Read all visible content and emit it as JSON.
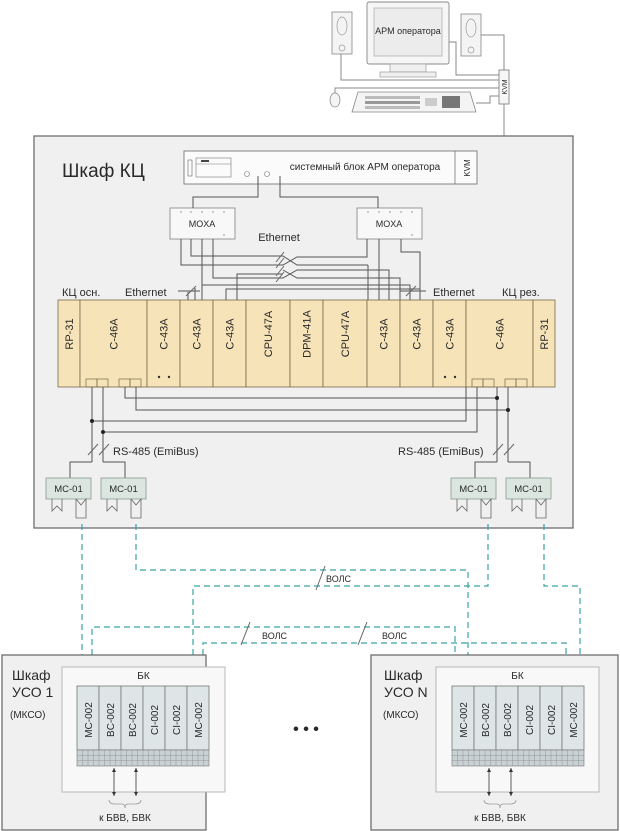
{
  "operator_station": {
    "monitor_label": "АРМ оператора",
    "kvm_label": "KVM"
  },
  "control_cabinet": {
    "title": "Шкаф КЦ",
    "system_unit_label": "системный блок АРМ оператора",
    "system_unit_kvm_label": "KVM",
    "moxa_left_label": "MOXA",
    "moxa_right_label": "MOXA",
    "ethernet_top_label": "Ethernet",
    "ethernet_left_label": "Ethernet",
    "ethernet_right_label": "Ethernet",
    "main_label": "КЦ осн.",
    "reserve_label": "КЦ рез.",
    "modules": [
      "RP-31",
      "C-46A",
      "C-43A",
      "C-43A",
      "C-43A",
      "CPU-47A",
      "DPM-41A",
      "CPU-47A",
      "C-43A",
      "C-43A",
      "C-43A",
      "C-46A",
      "RP-31"
    ],
    "rs485_left_label": "RS-485 (EmiBus)",
    "rs485_right_label": "RS-485 (EmiBus)",
    "converters": [
      "MC-01",
      "MC-01",
      "MC-01",
      "MC-01"
    ]
  },
  "fiber": {
    "label_top": "ВОЛС",
    "label_left": "ВОЛС",
    "label_right": "ВОЛС"
  },
  "uso_1": {
    "title_line1": "Шкаф",
    "title_line2": "УСО 1",
    "subtitle": "(МКСО)",
    "bk_label": "БК",
    "modules": [
      "MC-002",
      "BC-002",
      "BC-002",
      "CI-002",
      "CI-002",
      "MC-002"
    ],
    "io_label": "к БВВ, БВК"
  },
  "uso_n": {
    "title_line1": "Шкаф",
    "title_line2": "УСО N",
    "subtitle": "(МКСО)",
    "bk_label": "БК",
    "modules": [
      "MC-002",
      "BC-002",
      "BC-002",
      "CI-002",
      "CI-002",
      "MC-002"
    ],
    "io_label": "к БВВ, БВК"
  },
  "ellipsis": "• • •"
}
